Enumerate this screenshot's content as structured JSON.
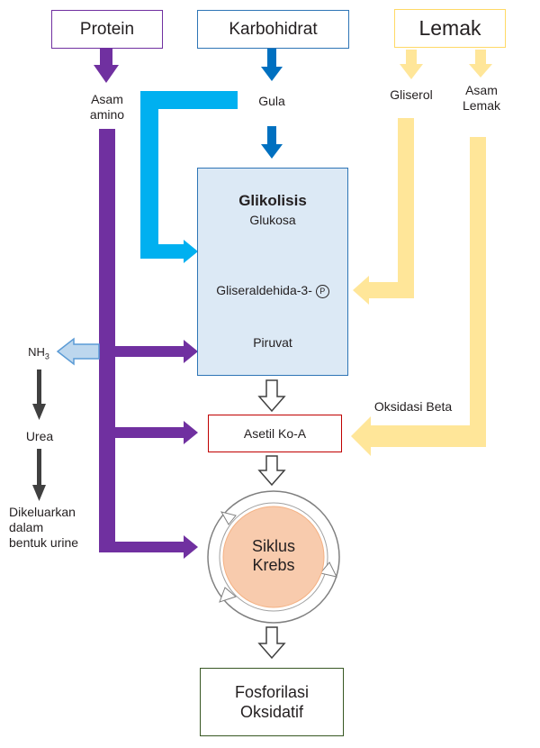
{
  "title": "Metabolisme Protein, Karbohidrat dan Lemak",
  "sources": {
    "protein": "Protein",
    "karbohidrat": "Karbohidrat",
    "lemak": "Lemak"
  },
  "intermediates": {
    "asam_amino": [
      "Asam",
      "amino"
    ],
    "gula": "Gula",
    "gliserol": "Gliserol",
    "asam_lemak": [
      "Asam",
      "Lemak"
    ]
  },
  "glikolisis": {
    "title": "Glikolisis",
    "glukosa": "Glukosa",
    "gliseraldehida": "Gliseraldehida-3-",
    "phosphate_symbol": "P",
    "piruvat": "Piruvat"
  },
  "nitrogen": {
    "nh3": "NH",
    "nh3_sub": "3",
    "urea": "Urea",
    "excretion": [
      "Dikeluarkan",
      "dalam",
      "bentuk urine"
    ]
  },
  "oksidasi_beta": "Oksidasi Beta",
  "asetil_koa": "Asetil Ko-A",
  "krebs": [
    "Siklus",
    "Krebs"
  ],
  "fosforilasi": [
    "Fosforilasi",
    "Oksidatif"
  ],
  "colors": {
    "protein": "#7030a0",
    "karbohidrat": "#0070c0",
    "karbohidrat_light": "#00b0f0",
    "lemak": "#ffe699",
    "lemak_border": "#ffd966",
    "glikolisis_bg": "#dce9f5",
    "asetil_border": "#c00000",
    "krebs_fill": "#f8cbad"
  }
}
